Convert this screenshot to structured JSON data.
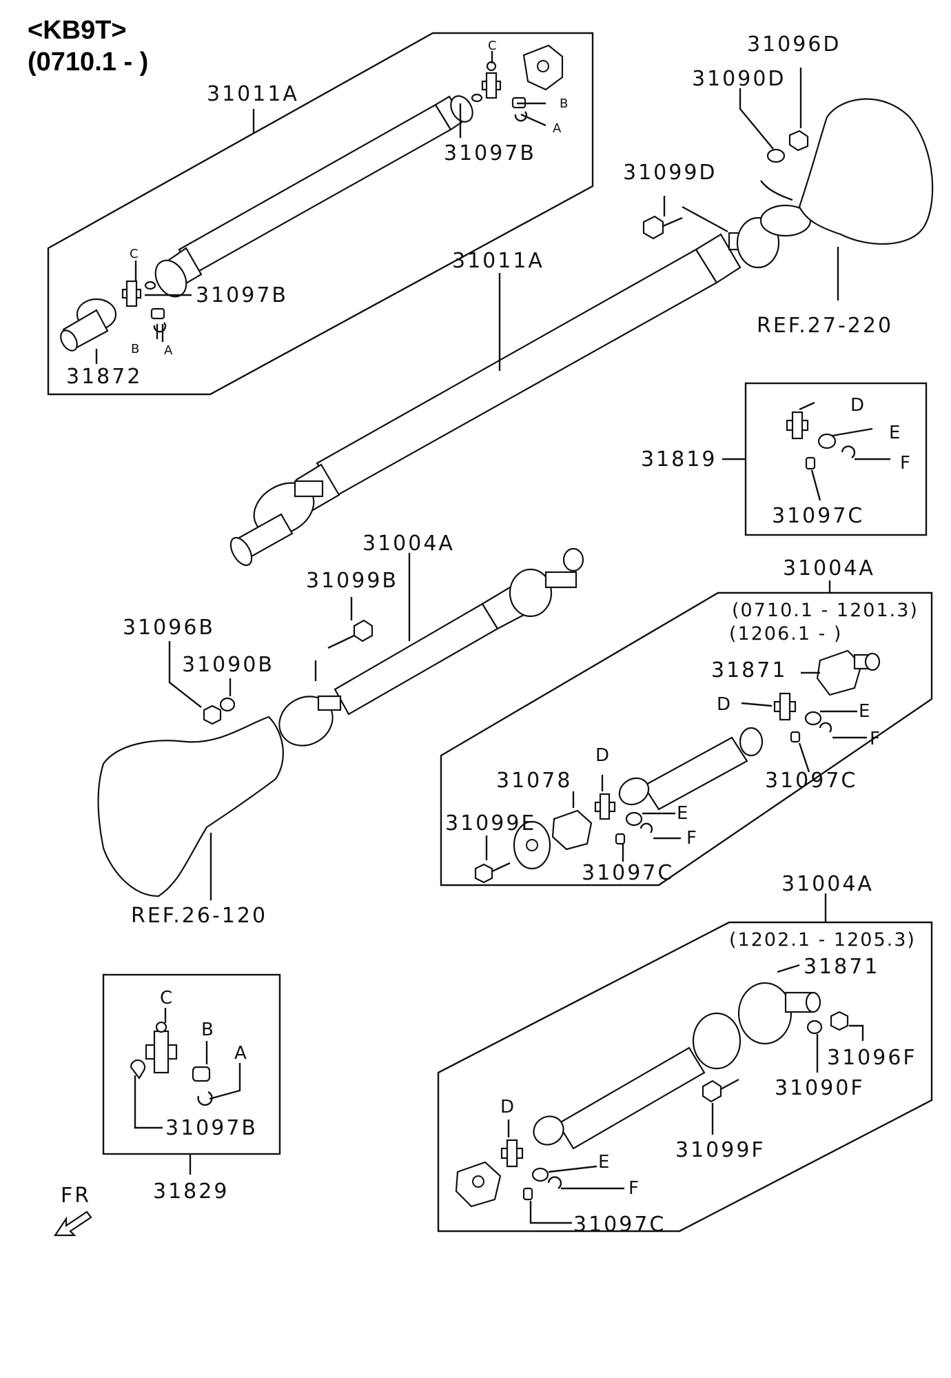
{
  "header": {
    "model": "<KB9T>",
    "range": "(0710.1 - )"
  },
  "labels": {
    "p31011A_upper": "31011A",
    "p31097B_top": "31097B",
    "p31097B_mid": "31097B",
    "p31872": "31872",
    "p31011A_main": "31011A",
    "p31096D": "31096D",
    "p31090D": "31090D",
    "p31099D": "31099D",
    "ref27": "REF.27-220",
    "p31819": "31819",
    "p31097C_box": "31097C",
    "p31004A_main": "31004A",
    "p31099B": "31099B",
    "p31096B": "31096B",
    "p31090B": "31090B",
    "ref26": "REF.26-120",
    "p31004A_a": "31004A",
    "range_a1": "(0710.1 - 1201.3)",
    "range_a2": "(1206.1 - )",
    "p31871_a": "31871",
    "p31097C_a1": "31097C",
    "p31078": "31078",
    "p31099E": "31099E",
    "p31097C_a2": "31097C",
    "p31004A_b": "31004A",
    "range_b": "(1202.1 - 1205.3)",
    "p31871_b": "31871",
    "p31096F": "31096F",
    "p31090F": "31090F",
    "p31099F": "31099F",
    "p31097C_b": "31097C",
    "p31097B_box": "31097B",
    "p31829": "31829",
    "fr": "FR"
  },
  "letters": {
    "A": "A",
    "B": "B",
    "C": "C",
    "D": "D",
    "E": "E",
    "F": "F"
  }
}
